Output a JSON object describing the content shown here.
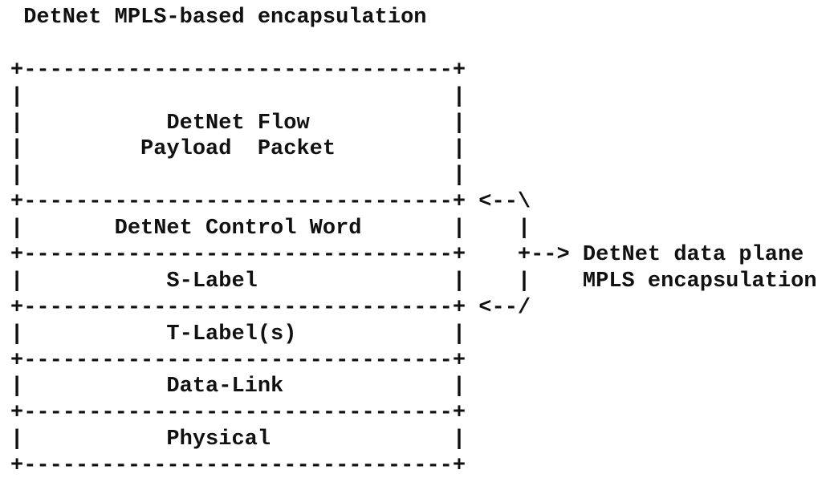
{
  "diagram": {
    "lines": [
      " DetNet MPLS-based encapsulation",
      "",
      "+---------------------------------+",
      "|                                 |",
      "|           DetNet Flow           |",
      "|         Payload  Packet         |",
      "|                                 |",
      "+---------------------------------+ <--\\",
      "|       DetNet Control Word       |    |",
      "+---------------------------------+    +--> DetNet data plane",
      "|           S-Label               |    |    MPLS encapsulation",
      "+---------------------------------+ <--/",
      "|           T-Label(s)            |",
      "+---------------------------------+",
      "|           Data-Link             |",
      "+---------------------------------+",
      "|           Physical              |",
      "+---------------------------------+"
    ]
  }
}
